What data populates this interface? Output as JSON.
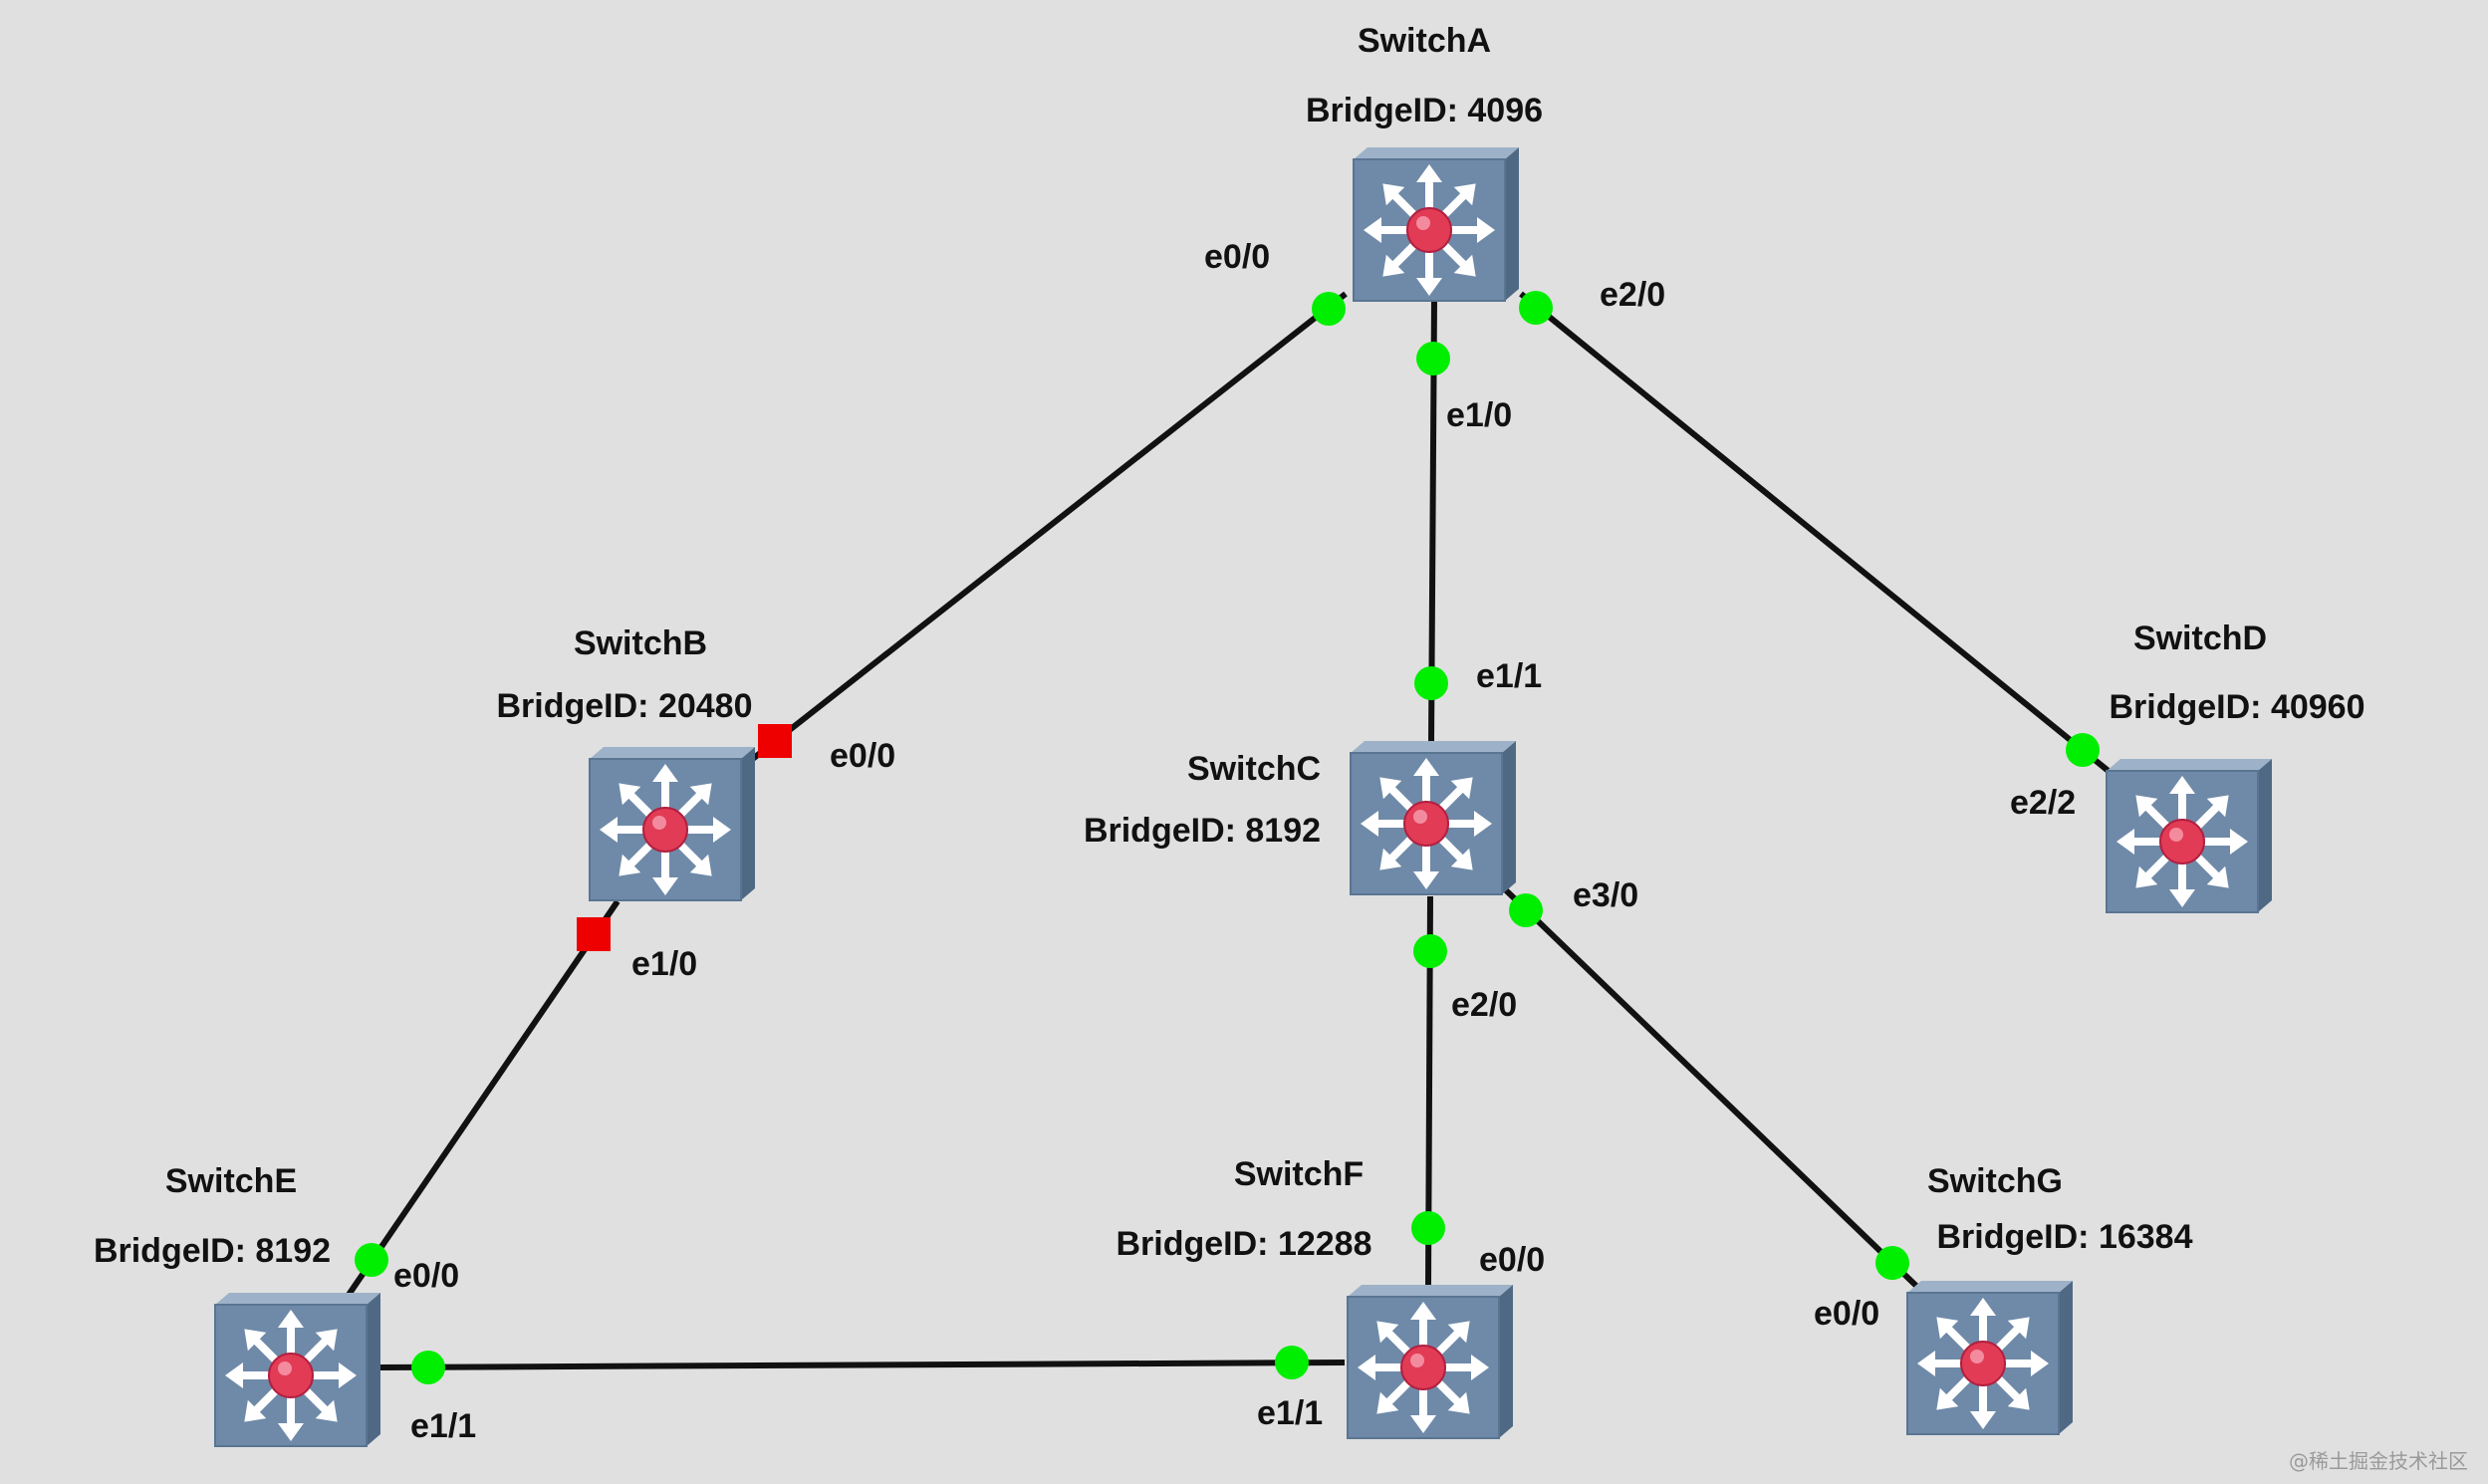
{
  "nodes": [
    {
      "id": "switch-a",
      "name": "SwitchA",
      "bridge_id": "BridgeID: 4096"
    },
    {
      "id": "switch-b",
      "name": "SwitchB",
      "bridge_id": "BridgeID: 20480"
    },
    {
      "id": "switch-c",
      "name": "SwitchC",
      "bridge_id": "BridgeID: 8192"
    },
    {
      "id": "switch-d",
      "name": "SwitchD",
      "bridge_id": "BridgeID: 40960"
    },
    {
      "id": "switch-e",
      "name": "SwitchE",
      "bridge_id": "BridgeID: 8192"
    },
    {
      "id": "switch-f",
      "name": "SwitchF",
      "bridge_id": "BridgeID: 12288"
    },
    {
      "id": "switch-g",
      "name": "SwitchG",
      "bridge_id": "BridgeID: 16384"
    }
  ],
  "links": [
    {
      "from": "switch-a",
      "from_port": "e0/0",
      "from_state": "up",
      "to": "switch-b",
      "to_port": "e0/0",
      "to_state": "blocked"
    },
    {
      "from": "switch-a",
      "from_port": "e1/0",
      "from_state": "up",
      "to": "switch-c",
      "to_port": "e1/1",
      "to_state": "up"
    },
    {
      "from": "switch-a",
      "from_port": "e2/0",
      "from_state": "up",
      "to": "switch-d",
      "to_port": "e2/2",
      "to_state": "up"
    },
    {
      "from": "switch-b",
      "from_port": "e1/0",
      "from_state": "blocked",
      "to": "switch-e",
      "to_port": "e0/0",
      "to_state": "up"
    },
    {
      "from": "switch-c",
      "from_port": "e2/0",
      "from_state": "up",
      "to": "switch-f",
      "to_port": "e0/0",
      "to_state": "up"
    },
    {
      "from": "switch-c",
      "from_port": "e3/0",
      "from_state": "up",
      "to": "switch-g",
      "to_port": "e0/0",
      "to_state": "up"
    },
    {
      "from": "switch-e",
      "from_port": "e1/1",
      "from_state": "up",
      "to": "switch-f",
      "to_port": "e1/1",
      "to_state": "up"
    }
  ],
  "colors": {
    "background": "#e0e0e0",
    "link": "#111111",
    "port_up": "#00ee00",
    "port_blocked": "#ee0000",
    "switch_body": "#6f8aa8",
    "switch_center": "#e23b55"
  },
  "watermark": "@稀土掘金技术社区"
}
